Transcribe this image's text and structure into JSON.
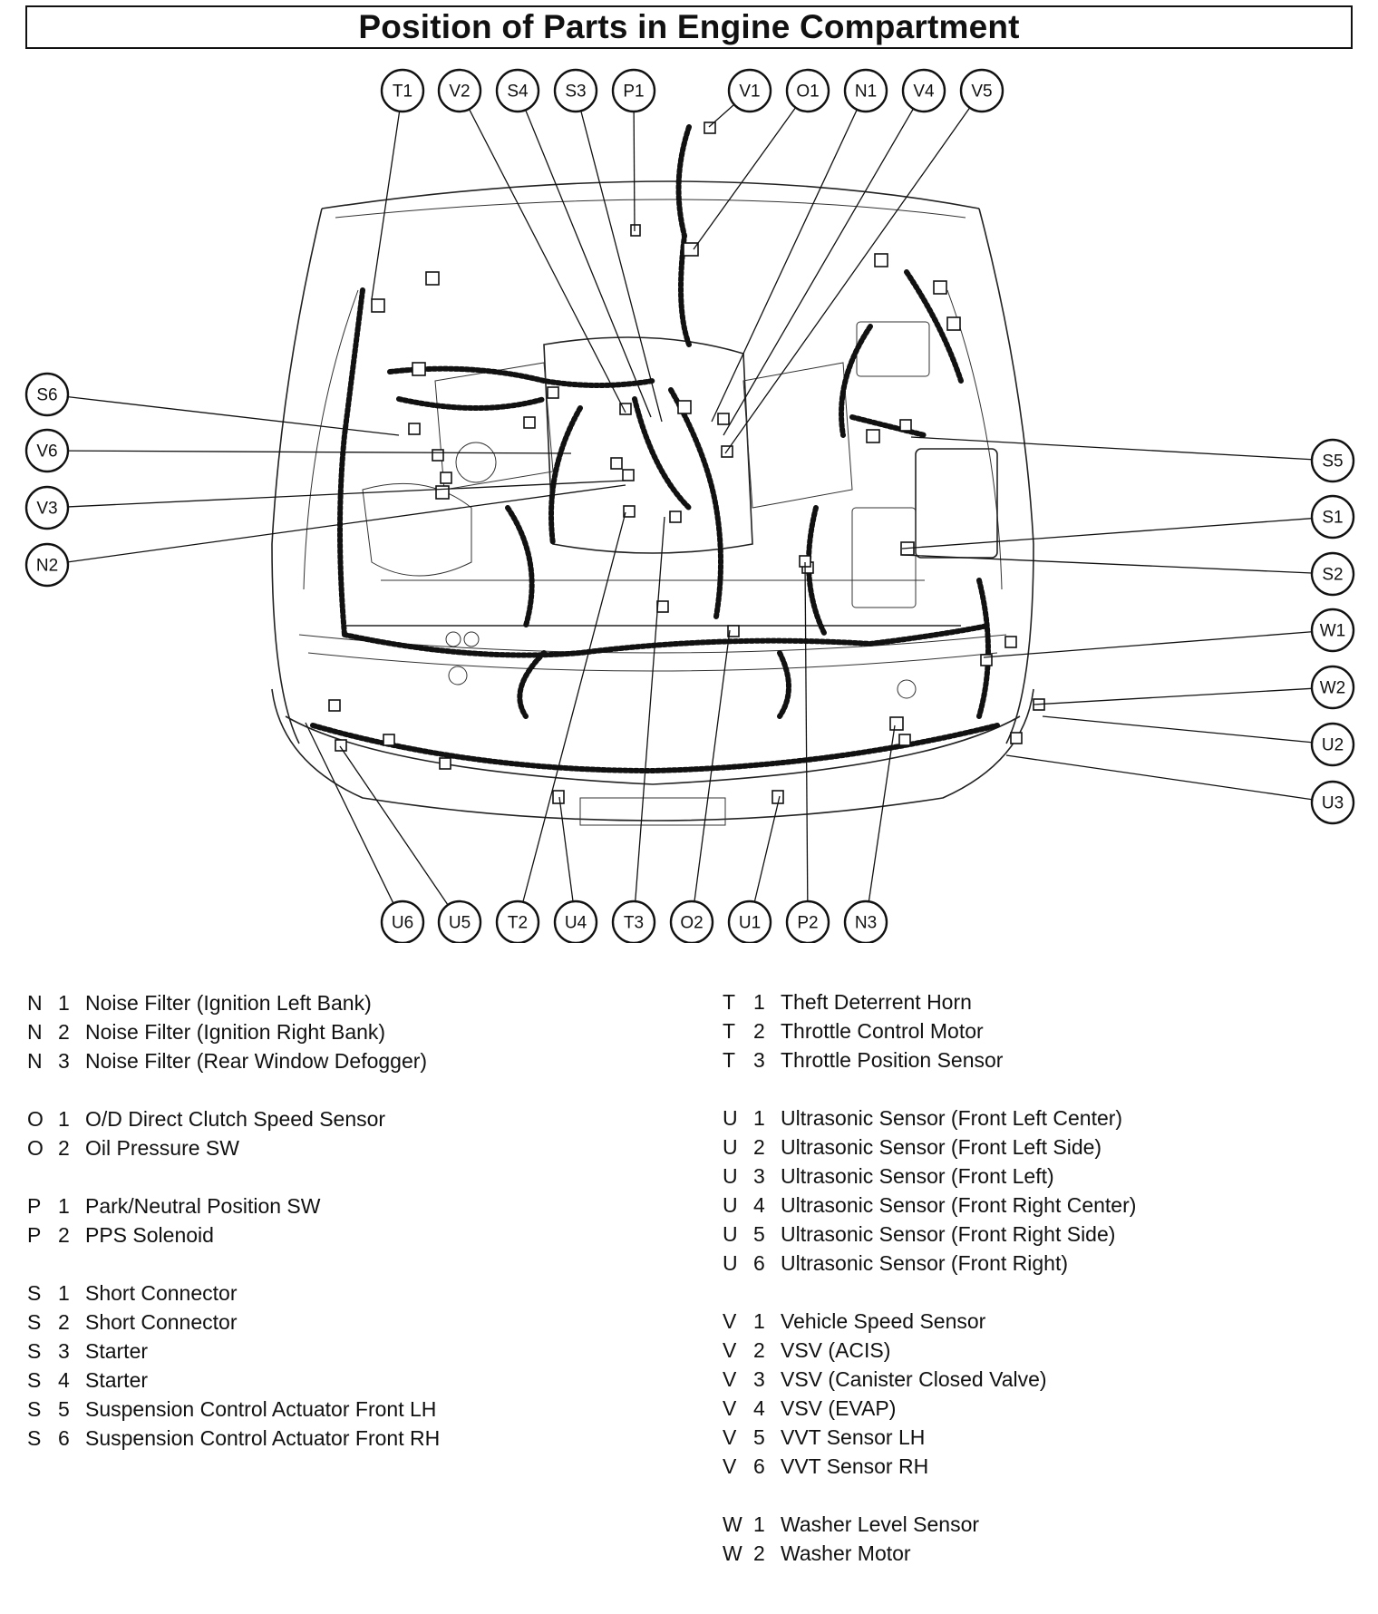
{
  "title": "Position of Parts in Engine Compartment",
  "callouts": {
    "top": [
      "T1",
      "V2",
      "S4",
      "S3",
      "P1",
      "V1",
      "O1",
      "N1",
      "V4",
      "V5"
    ],
    "left": [
      "S6",
      "V6",
      "V3",
      "N2"
    ],
    "right": [
      "S5",
      "S1",
      "S2",
      "W1",
      "W2",
      "U2",
      "U3"
    ],
    "bottom": [
      "U6",
      "U5",
      "T2",
      "U4",
      "T3",
      "O2",
      "U1",
      "P2",
      "N3"
    ]
  },
  "legend_left": [
    [
      {
        "letter": "N",
        "num": "1",
        "name": "Noise Filter (Ignition Left Bank)"
      },
      {
        "letter": "N",
        "num": "2",
        "name": "Noise Filter (Ignition Right Bank)"
      },
      {
        "letter": "N",
        "num": "3",
        "name": "Noise Filter (Rear Window Defogger)"
      }
    ],
    [
      {
        "letter": "O",
        "num": "1",
        "name": "O/D Direct Clutch Speed Sensor"
      },
      {
        "letter": "O",
        "num": "2",
        "name": "Oil Pressure SW"
      }
    ],
    [
      {
        "letter": "P",
        "num": "1",
        "name": "Park/Neutral Position SW"
      },
      {
        "letter": "P",
        "num": "2",
        "name": "PPS Solenoid"
      }
    ],
    [
      {
        "letter": "S",
        "num": "1",
        "name": "Short Connector"
      },
      {
        "letter": "S",
        "num": "2",
        "name": "Short Connector"
      },
      {
        "letter": "S",
        "num": "3",
        "name": "Starter"
      },
      {
        "letter": "S",
        "num": "4",
        "name": "Starter"
      },
      {
        "letter": "S",
        "num": "5",
        "name": "Suspension Control Actuator Front LH"
      },
      {
        "letter": "S",
        "num": "6",
        "name": "Suspension Control Actuator Front RH"
      }
    ]
  ],
  "legend_right": [
    [
      {
        "letter": "T",
        "num": "1",
        "name": "Theft Deterrent Horn"
      },
      {
        "letter": "T",
        "num": "2",
        "name": "Throttle Control Motor"
      },
      {
        "letter": "T",
        "num": "3",
        "name": "Throttle Position Sensor"
      }
    ],
    [
      {
        "letter": "U",
        "num": "1",
        "name": "Ultrasonic Sensor (Front Left Center)"
      },
      {
        "letter": "U",
        "num": "2",
        "name": "Ultrasonic Sensor (Front Left Side)"
      },
      {
        "letter": "U",
        "num": "3",
        "name": "Ultrasonic Sensor (Front Left)"
      },
      {
        "letter": "U",
        "num": "4",
        "name": "Ultrasonic Sensor (Front Right Center)"
      },
      {
        "letter": "U",
        "num": "5",
        "name": "Ultrasonic Sensor (Front Right Side)"
      },
      {
        "letter": "U",
        "num": "6",
        "name": "Ultrasonic Sensor (Front Right)"
      }
    ],
    [
      {
        "letter": "V",
        "num": "1",
        "name": "Vehicle Speed Sensor"
      },
      {
        "letter": "V",
        "num": "2",
        "name": "VSV (ACIS)"
      },
      {
        "letter": "V",
        "num": "3",
        "name": "VSV (Canister Closed Valve)"
      },
      {
        "letter": "V",
        "num": "4",
        "name": "VSV (EVAP)"
      },
      {
        "letter": "V",
        "num": "5",
        "name": "VVT Sensor LH"
      },
      {
        "letter": "V",
        "num": "6",
        "name": "VVT Sensor RH"
      }
    ],
    [
      {
        "letter": "W",
        "num": "1",
        "name": "Washer Level Sensor"
      },
      {
        "letter": "W",
        "num": "2",
        "name": "Washer Motor"
      }
    ]
  ]
}
